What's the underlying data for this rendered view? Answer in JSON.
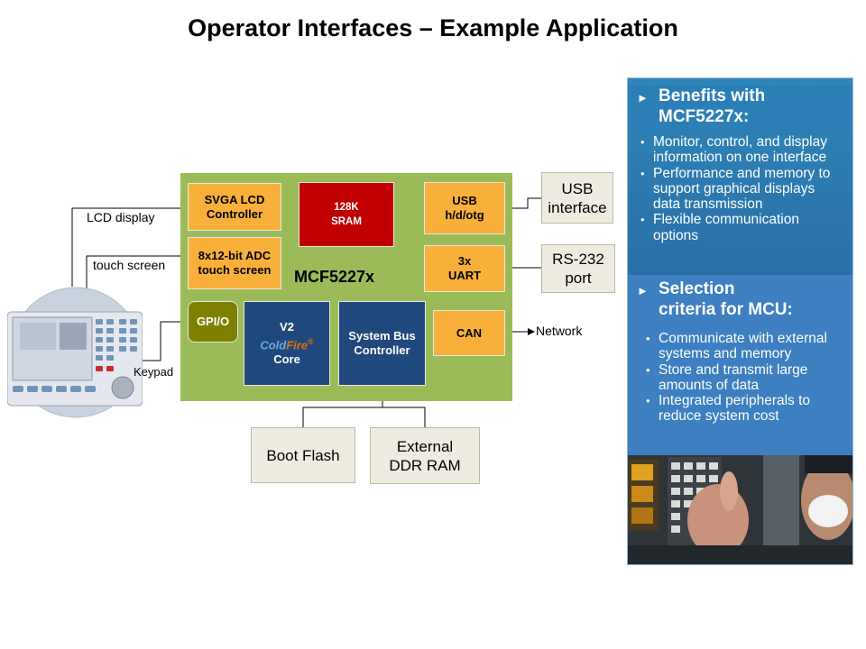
{
  "title": "Operator Interfaces – Example Application",
  "chip": {
    "name": "MCF5227x",
    "blocks": {
      "svga": "SVGA LCD\nController",
      "sram": "128K\nSRAM",
      "usb": "USB\nh/d/otg",
      "adc": "8x12-bit ADC\ntouch screen",
      "uart": "3x\nUART",
      "gpio": "GPI/O",
      "core_v2": "V2",
      "core_coldfire_a": "Cold",
      "core_coldfire_b": "Fire",
      "core_reg": "®",
      "core_label": "Core",
      "sysbus": "System Bus\nController",
      "can": "CAN"
    }
  },
  "external": {
    "usb_interface": "USB\ninterface",
    "rs232": "RS-232\nport",
    "boot_flash": "Boot Flash",
    "ddr": "External\nDDR RAM"
  },
  "labels": {
    "lcd_display": "LCD display",
    "touch_screen": "touch screen",
    "keypad": "Keypad",
    "network": "Network"
  },
  "sidebar": {
    "benefits_heading": "Benefits with\nMCF5227x:",
    "benefits": [
      "Monitor, control, and display information on one interface",
      "Performance and memory to support graphical displays data transmission",
      "Flexible communication options"
    ],
    "criteria_heading": "Selection\ncriteria for MCU:",
    "criteria": [
      "Communicate with external systems and memory",
      "Store and transmit large amounts of data",
      "Integrated peripherals to reduce system cost"
    ]
  },
  "colors": {
    "chip_green": "#9bbb59",
    "block_orange": "#f8b03a",
    "sram_red": "#c00000",
    "core_navy": "#1f497d",
    "gpio_olive": "#7f7f00",
    "external_beige": "#eeece1",
    "sidebar_blue": "#2f74ad"
  }
}
